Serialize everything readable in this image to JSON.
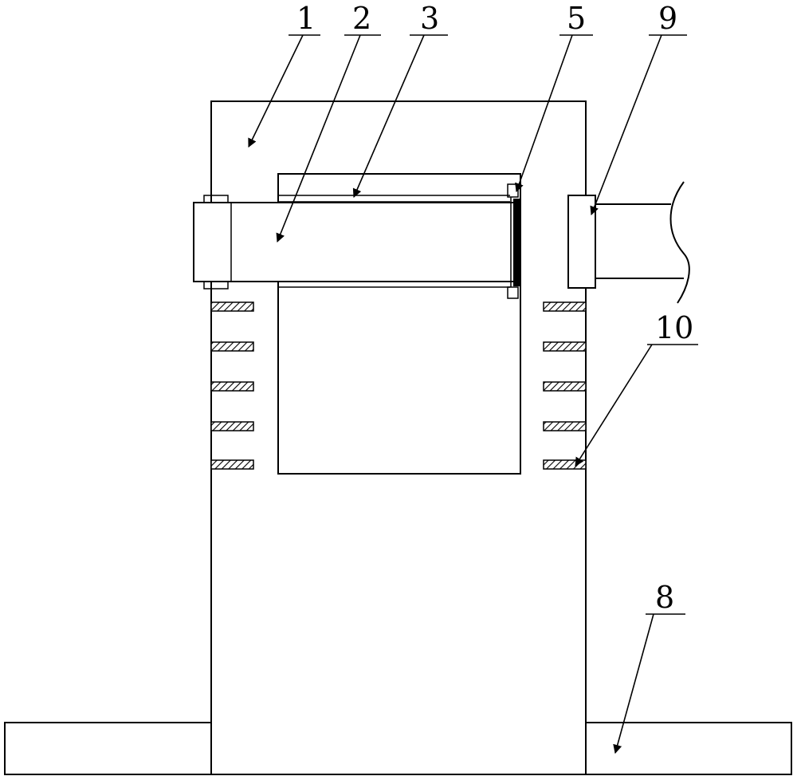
{
  "labels": {
    "ref_1": "1",
    "ref_2": "2",
    "ref_3": "3",
    "ref_5": "5",
    "ref_9": "9",
    "ref_10": "10",
    "ref_8": "8"
  }
}
